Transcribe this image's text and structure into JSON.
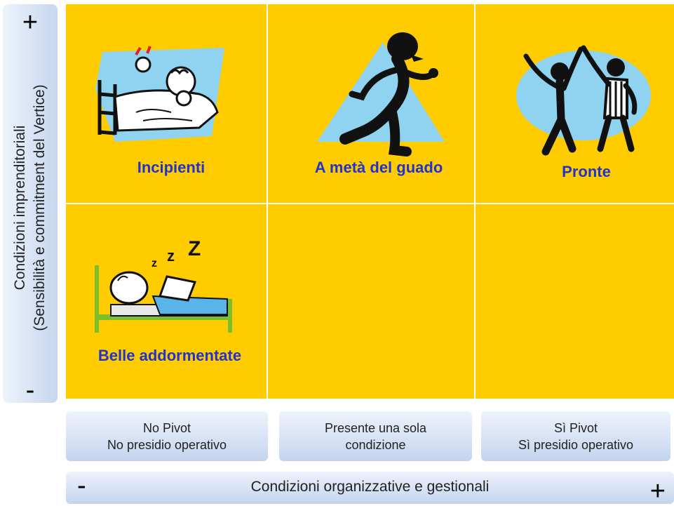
{
  "y_axis": {
    "plus": "+",
    "minus": "-",
    "label_line1": "Condizioni imprenditoriali",
    "label_line2": "(Sensibilità e commitment del Vertice)"
  },
  "cells": {
    "top_left": "Incipienti",
    "top_middle": "A metà del guado",
    "top_right": "Pronte",
    "bottom_left": "Belle addormentate"
  },
  "x_categories": [
    {
      "line1": "No Pivot",
      "line2": "No presidio operativo"
    },
    {
      "line1": "Presente una sola",
      "line2": "condizione"
    },
    {
      "line1": "Sì Pivot",
      "line2": "Sì presidio operativo"
    }
  ],
  "x_axis": {
    "minus": "-",
    "plus": "+",
    "label": "Condizioni organizzative e gestionali"
  },
  "colors": {
    "matrix": "#ffcc00",
    "label_blue": "#2233cc",
    "clipart_bg": "#8fd3f0"
  }
}
